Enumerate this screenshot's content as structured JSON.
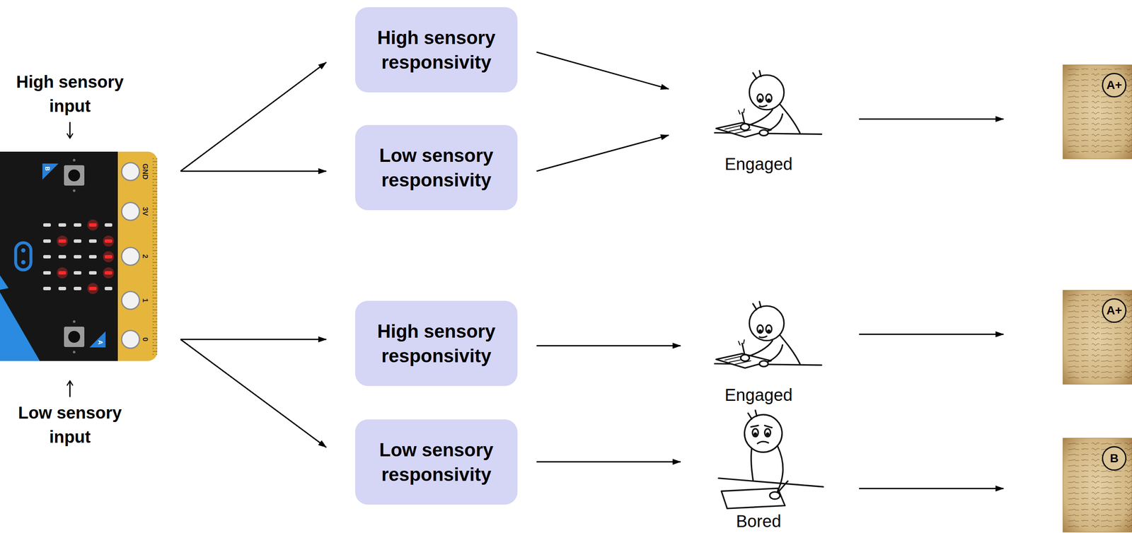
{
  "diagram": {
    "nodes": [
      {
        "text": [
          "High sensory input",
          "Low sensory input"
        ]
      },
      {
        "text": [
          "High sensory responsivity"
        ]
      },
      {
        "text": [
          "Low sensory responsivity"
        ]
      },
      {
        "text": [
          "High sensory responsivity"
        ]
      },
      {
        "text": [
          "Low sensory responsivity"
        ]
      },
      {
        "text": [
          "Engaged"
        ]
      },
      {
        "text": [
          "Engaged"
        ]
      },
      {
        "text": [
          "Bored"
        ]
      },
      {
        "text": [
          "A+"
        ]
      },
      {
        "text": [
          "A+"
        ]
      },
      {
        "text": [
          "B"
        ]
      }
    ],
    "edges": [
      {
        "from": 0,
        "to": 1,
        "arrow": "to"
      },
      {
        "from": 0,
        "to": 2,
        "arrow": "to"
      },
      {
        "from": 0,
        "to": 3,
        "arrow": "to"
      },
      {
        "from": 0,
        "to": 4,
        "arrow": "to"
      },
      {
        "from": 1,
        "to": 5,
        "arrow": "to"
      },
      {
        "from": 2,
        "to": 5,
        "arrow": "to"
      },
      {
        "from": 3,
        "to": 6,
        "arrow": "to"
      },
      {
        "from": 4,
        "to": 7,
        "arrow": "to"
      },
      {
        "from": 5,
        "to": 8,
        "arrow": "to"
      },
      {
        "from": 6,
        "to": 9,
        "arrow": "to"
      },
      {
        "from": 7,
        "to": 10,
        "arrow": "to"
      }
    ],
    "labels": [
      "GND",
      "3V",
      "2",
      "1",
      "0",
      "B",
      "A"
    ]
  }
}
